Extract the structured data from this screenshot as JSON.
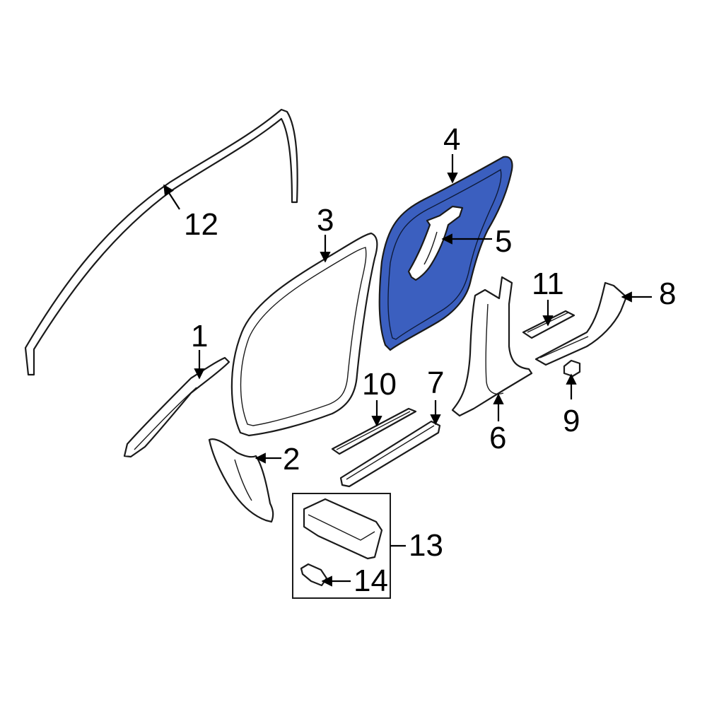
{
  "colors": {
    "highlight": "#3b5fbf",
    "line": "#1a1a1a",
    "background": "#ffffff"
  },
  "callouts": {
    "c1": "1",
    "c2": "2",
    "c3": "3",
    "c4": "4",
    "c5": "5",
    "c6": "6",
    "c7": "7",
    "c8": "8",
    "c9": "9",
    "c10": "10",
    "c11": "11",
    "c12": "12",
    "c13": "13",
    "c14": "14"
  },
  "highlighted_part": "4"
}
